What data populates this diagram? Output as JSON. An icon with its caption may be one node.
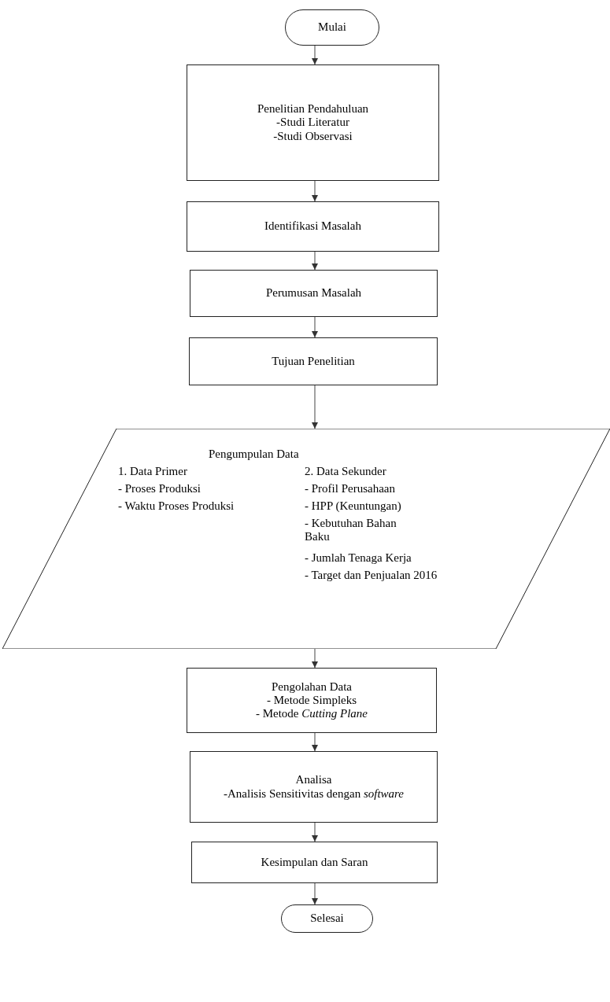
{
  "diagram": {
    "nodes": [
      {
        "text": [
          "Mulai"
        ]
      },
      {
        "text": [
          "Penelitian Pendahuluan",
          "-Studi Literatur",
          "-Studi Observasi"
        ]
      },
      {
        "text": [
          "Identifikasi Masalah"
        ]
      },
      {
        "text": [
          "Perumusan Masalah"
        ]
      },
      {
        "text": [
          "Tujuan Penelitian"
        ]
      },
      {
        "text": [
          "Pengumpulan Data",
          "1. Data Primer",
          "- Proses Produksi",
          "- Waktu Proses Produksi",
          "2. Data Sekunder",
          "- Profil Perusahaan",
          "- HPP (Keuntungan)",
          "- Kebutuhan Bahan Baku",
          "- Jumlah Tenaga Kerja",
          "- Target dan Penjualan 2016"
        ]
      },
      {
        "text": [
          "Pengolahan Data",
          "- Metode Simpleks",
          "- Metode *Cutting Plane*"
        ]
      },
      {
        "text": [
          "Analisa",
          "-Analisis Sensitivitas dengan *software*"
        ]
      },
      {
        "text": [
          "Kesimpulan dan Saran"
        ]
      },
      {
        "text": [
          "Selesai"
        ]
      }
    ],
    "edges": [
      {
        "from": 0,
        "to": 1,
        "arrow": "to"
      },
      {
        "from": 1,
        "to": 2,
        "arrow": "to"
      },
      {
        "from": 2,
        "to": 3,
        "arrow": "to"
      },
      {
        "from": 3,
        "to": 4,
        "arrow": "to"
      },
      {
        "from": 4,
        "to": 5,
        "arrow": "to"
      },
      {
        "from": 5,
        "to": 6,
        "arrow": "to"
      },
      {
        "from": 6,
        "to": 7,
        "arrow": "to"
      },
      {
        "from": 7,
        "to": 8,
        "arrow": "to"
      },
      {
        "from": 8,
        "to": 9,
        "arrow": "to"
      }
    ]
  }
}
